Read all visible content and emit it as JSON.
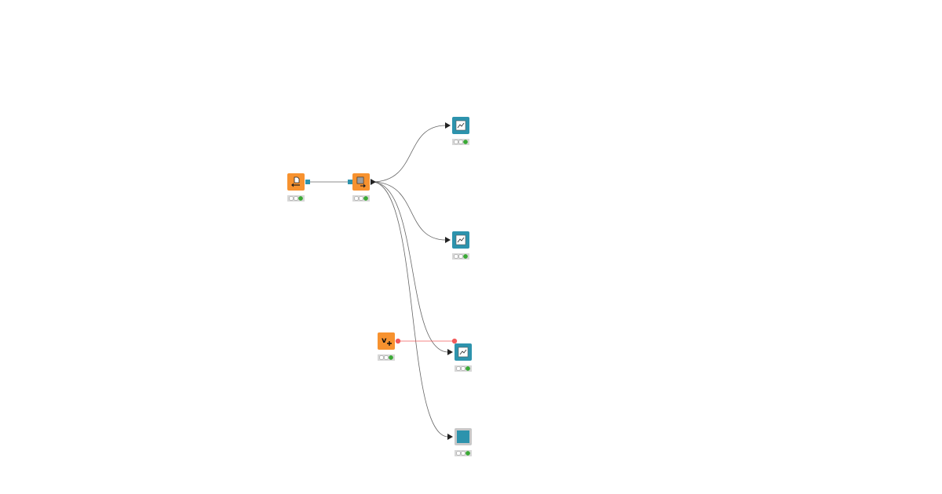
{
  "colors": {
    "canvas": "#ffffff",
    "source_node": "#f7922f",
    "view_node": "#2d93ad",
    "component_border": "#c8c8c8",
    "edge": "#666666",
    "variable_edge": "#f25b5b",
    "status_ok": "#3aaa35",
    "status_bg": "#d8d8d8"
  },
  "nodes": [
    {
      "id": "reader",
      "kind": "source",
      "icon": "file-reader-icon",
      "status": "executed"
    },
    {
      "id": "transform",
      "kind": "source",
      "icon": "table-transform-icon",
      "status": "executed"
    },
    {
      "id": "view-1",
      "kind": "view",
      "icon": "line-chart-icon",
      "status": "executed"
    },
    {
      "id": "view-2",
      "kind": "view",
      "icon": "line-chart-icon",
      "status": "executed"
    },
    {
      "id": "variable",
      "kind": "source",
      "icon": "variable-creator-icon",
      "status": "executed"
    },
    {
      "id": "view-3",
      "kind": "view",
      "icon": "line-chart-icon",
      "status": "executed"
    },
    {
      "id": "component",
      "kind": "component",
      "icon": "component-icon",
      "status": "executed"
    }
  ]
}
